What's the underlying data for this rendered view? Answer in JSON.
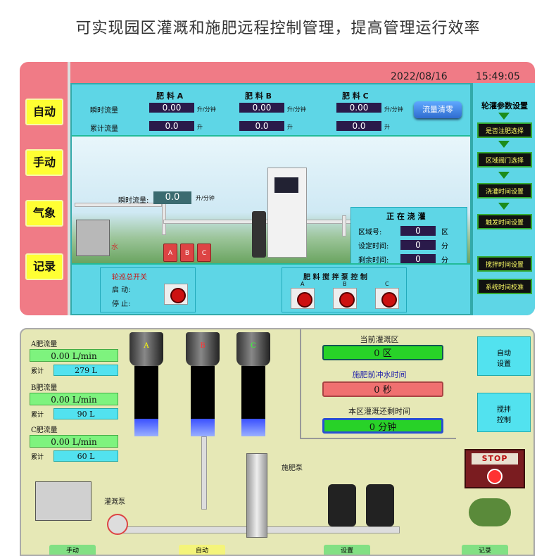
{
  "heading": "可实现园区灌溉和施肥远程控制管理，提高管理运行效率",
  "top": {
    "date": "2022/08/16",
    "time": "15:49:05",
    "side_buttons": [
      "自动",
      "手动",
      "气象",
      "记录"
    ],
    "fert_columns": [
      "肥 料 A",
      "肥 料 B",
      "肥 料 C"
    ],
    "instant_flow_label": "瞬时流量",
    "cumulative_flow_label": "累计流量",
    "instant_values": [
      "0.00",
      "0.00",
      "0.00"
    ],
    "instant_unit": "升/分钟",
    "cumulative_values": [
      "0.0",
      "0.0",
      "0.0"
    ],
    "cumulative_unit": "升",
    "clear_button": "流量清零",
    "scene_flow_label": "瞬时流量:",
    "scene_flow_value": "0.0",
    "scene_flow_unit": "升/分钟",
    "tank_labels": [
      "A",
      "B",
      "C"
    ],
    "water_label": "水",
    "irrigating": {
      "title": "正 在 浇 灌",
      "zone_label": "区域号:",
      "zone_value": "0",
      "zone_unit": "区",
      "set_time_label": "设定时间:",
      "set_time_value": "0",
      "set_time_unit": "分",
      "remain_label": "剩余时间:",
      "remain_value": "0",
      "remain_unit": "分"
    },
    "master_switch": {
      "title": "轮巡总开关",
      "start": "启  动:",
      "stop": "停  止:"
    },
    "mixer": {
      "title": "肥 料 搅 拌 泵 控 制",
      "labels": [
        "A",
        "B",
        "C"
      ]
    },
    "right_panel": {
      "title": "轮灌参数设置",
      "items": [
        "是否注肥选择",
        "区域阀门选择",
        "浇灌时间设置",
        "触发时间设置",
        "搅拌时间设置",
        "系统时间校准"
      ]
    }
  },
  "bottom": {
    "flows": [
      {
        "label": "A肥流量",
        "value": "0.00 L/min",
        "cum_label": "累计",
        "cum_value": "279 L"
      },
      {
        "label": "B肥流量",
        "value": "0.00 L/min",
        "cum_label": "累计",
        "cum_value": "90 L"
      },
      {
        "label": "C肥流量",
        "value": "0.00 L/min",
        "cum_label": "累计",
        "cum_value": "60 L"
      }
    ],
    "drums": [
      "A",
      "B",
      "C"
    ],
    "drum_levels": [
      0.25,
      0.25,
      0.25
    ],
    "current_zone_label": "当前灌溉区",
    "current_zone_value": "0 区",
    "flush_label": "施肥前冲水时间",
    "flush_value": "0 秒",
    "remain_label": "本区灌溉还剩时间",
    "remain_value": "0 分钟",
    "auto_setting": "自动\n设置",
    "mix_control": "搅拌\n控制",
    "stop_label": "STOP",
    "fert_pump_label": "施肥泵",
    "irr_pump_label": "灌溉泵",
    "nav_buttons": [
      "手动",
      "自动",
      "设置",
      "记录"
    ],
    "colors": {
      "green_bar": "#28d228",
      "red_bar": "#f07070",
      "blue_bar": "#2850d2"
    }
  }
}
